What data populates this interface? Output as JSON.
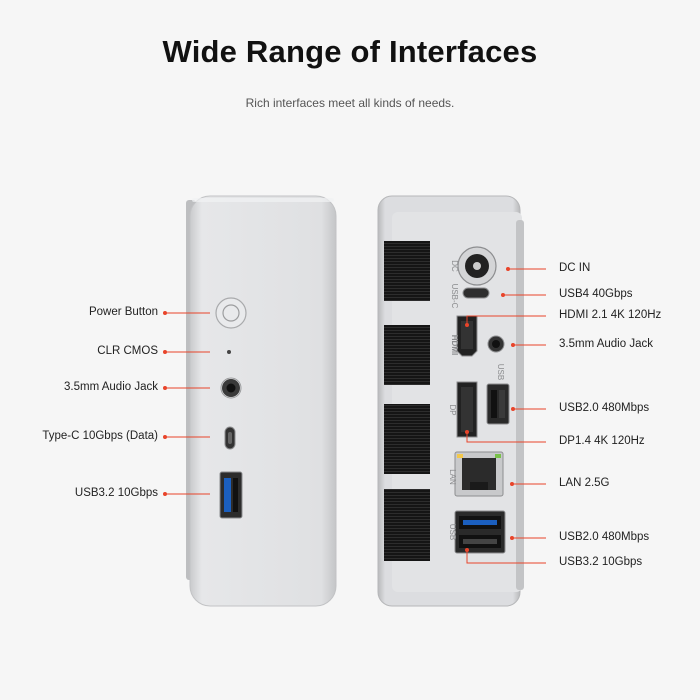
{
  "header": {
    "title": "Wide Range of Interfaces",
    "subtitle": "Rich interfaces meet all kinds of needs."
  },
  "front_labels": {
    "power": "Power Button",
    "clr_cmos": "CLR CMOS",
    "audio": "3.5mm Audio Jack",
    "typec": "Type-C 10Gbps (Data)",
    "usb32": "USB3.2 10Gbps"
  },
  "rear_labels": {
    "dc_in": "DC IN",
    "usb4": "USB4 40Gbps",
    "hdmi": "HDMI 2.1 4K 120Hz",
    "audio": "3.5mm Audio Jack",
    "usb20_a": "USB2.0 480Mbps",
    "dp": "DP1.4 4K 120Hz",
    "lan": "LAN 2.5G",
    "usb20_b": "USB2.0 480Mbps",
    "usb32": "USB3.2 10Gbps"
  },
  "rear_engraving": {
    "dc": "DC",
    "usbc": "USB-C",
    "hdmi": "HDMI",
    "usb": "USB",
    "dp": "DP",
    "lan": "LAN",
    "usb2": "USB"
  },
  "colors": {
    "accent_dot": "#e8442a",
    "body_silver": "#d9dadc",
    "vent_black": "#1a1a1a"
  }
}
